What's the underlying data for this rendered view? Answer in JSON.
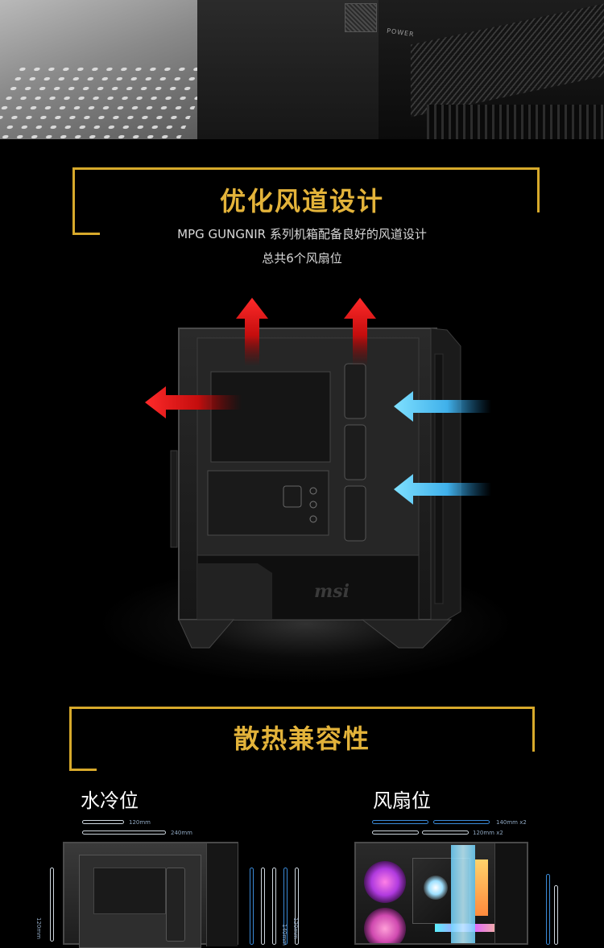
{
  "top_strip": {
    "power_label": "POWER"
  },
  "section_airflow": {
    "title": "优化风道设计",
    "subtitle_line1": "MPG GUNGNIR 系列机箱配备良好的风道设计",
    "subtitle_line2": "总共6个风扇位",
    "brand_logo_text": "msi",
    "colors": {
      "accent": "#d7a92b",
      "exhaust": "#e01a1a",
      "intake": "#3fb8f0"
    }
  },
  "section_cooling": {
    "title": "散热兼容性",
    "water_cooling": {
      "label": "水冷位",
      "top_sizes": [
        "120mm",
        "240mm"
      ],
      "side_sizes": [
        "120mm",
        "140mm",
        "120mm"
      ]
    },
    "fan": {
      "label": "风扇位",
      "top_sizes": [
        "140mm x2",
        "120mm x2"
      ]
    }
  }
}
